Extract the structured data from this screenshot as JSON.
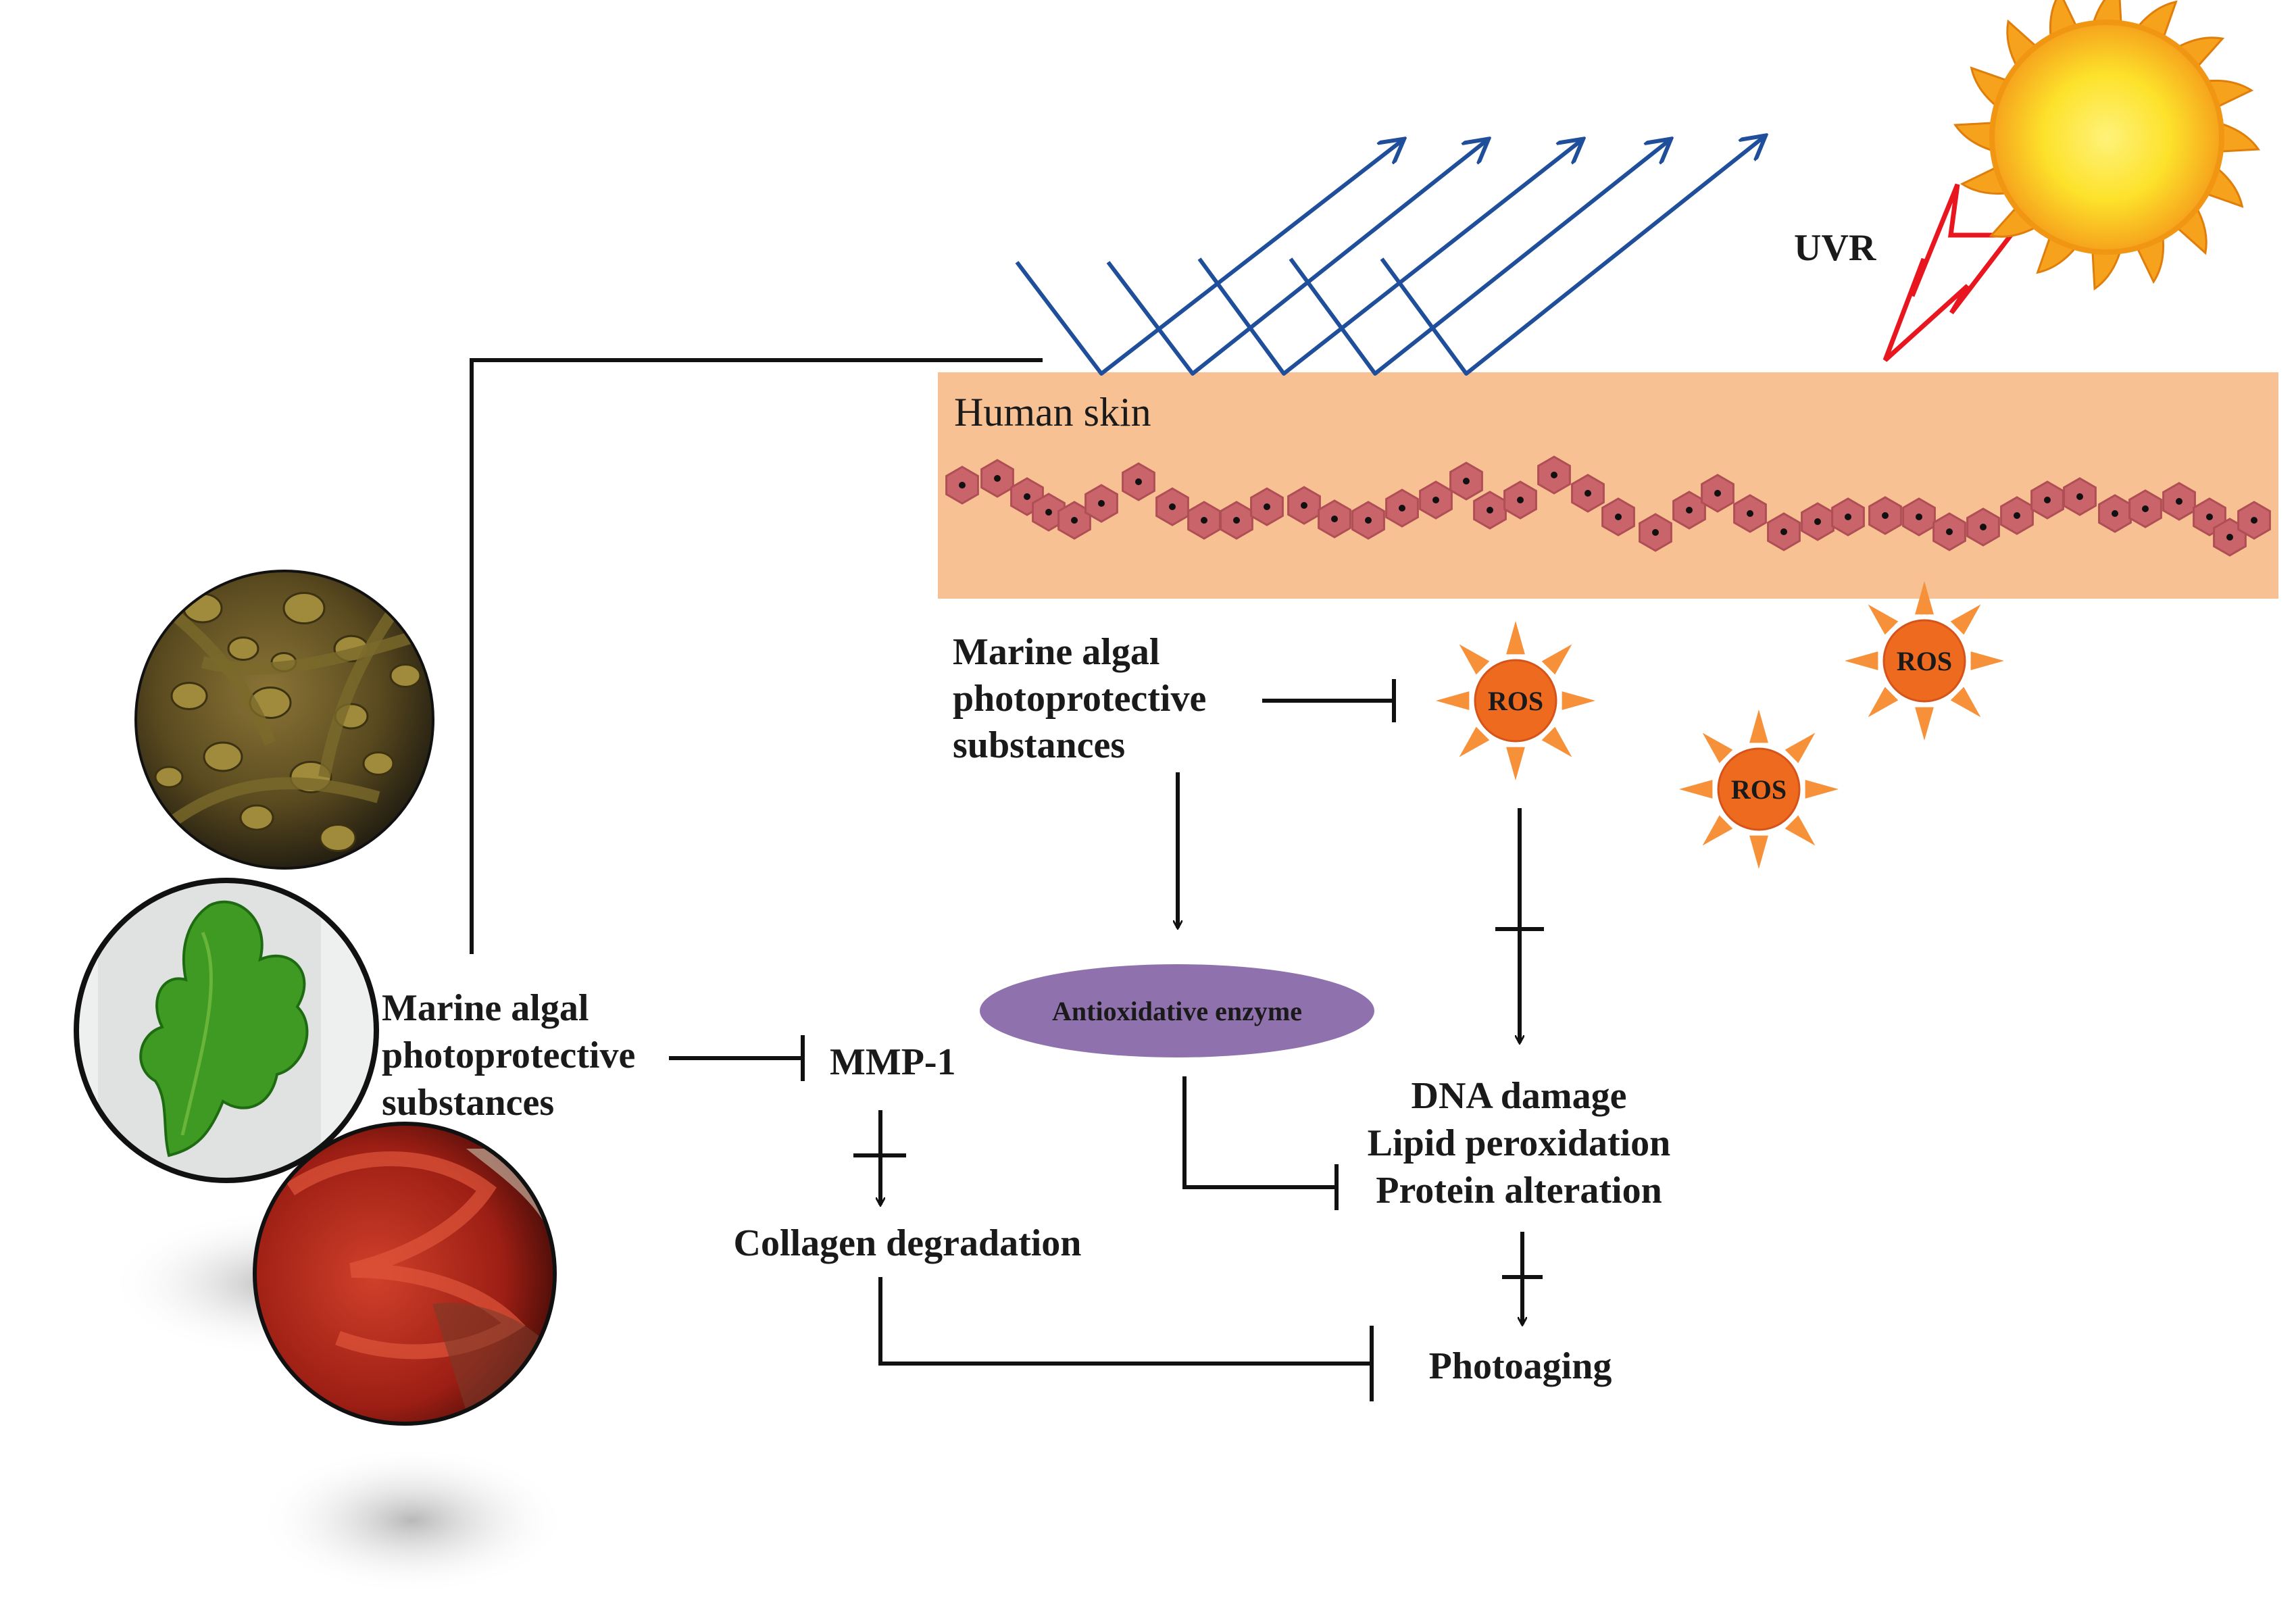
{
  "labels": {
    "uvr": "UVR",
    "human_skin": "Human skin",
    "algal_upper": [
      "Marine algal",
      "photoprotective",
      "substances"
    ],
    "algal_left": [
      "Marine algal",
      "photoprotective",
      "substances"
    ],
    "ros": "ROS",
    "antioxidative_enzyme": "Antioxidative  enzyme",
    "mmp1": "MMP-1",
    "collagen_degradation": "Collagen degradation",
    "damage": [
      "DNA damage",
      "Lipid peroxidation",
      "Protein alteration"
    ],
    "photoaging": "Photoaging"
  },
  "colors": {
    "skin_band": "#f8c194",
    "cell": "#c8646a",
    "uv_arrows": "#1f4e9b",
    "lightning": "#e8171f",
    "ros_fill": "#ee6a1e",
    "ros_rays": "#f6913a",
    "enzyme_fill": "#8f72ad",
    "sun_outer": "#f6a21c",
    "sun_inner": "#fde22b",
    "brown_algae": "#6b5a2a",
    "green_algae": "#3f9a24",
    "red_algae": "#b8281e"
  },
  "icons": [
    "sun-icon",
    "lightning-icon",
    "brown-algae-photo",
    "green-algae-photo",
    "red-algae-photo"
  ]
}
